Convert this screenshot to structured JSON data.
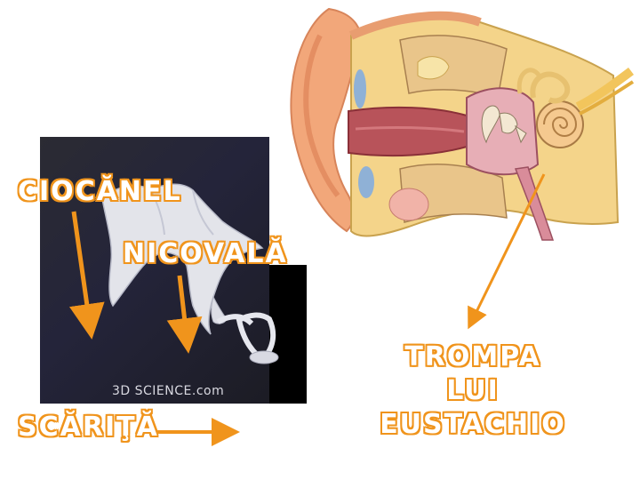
{
  "labels": {
    "hammer": "CIOCĂNEL",
    "anvil": "NICOVALĂ",
    "stirrup": "SCĂRIŢĂ",
    "eustachian_line1": "TROMPA",
    "eustachian_line2": "LUI",
    "eustachian_line3": "EUSTACHIO"
  },
  "watermark": "3D SCIENCE.com",
  "colors": {
    "label_outline": "#f0941c",
    "arrow": "#f0941c",
    "panel_background": "#26262e"
  }
}
